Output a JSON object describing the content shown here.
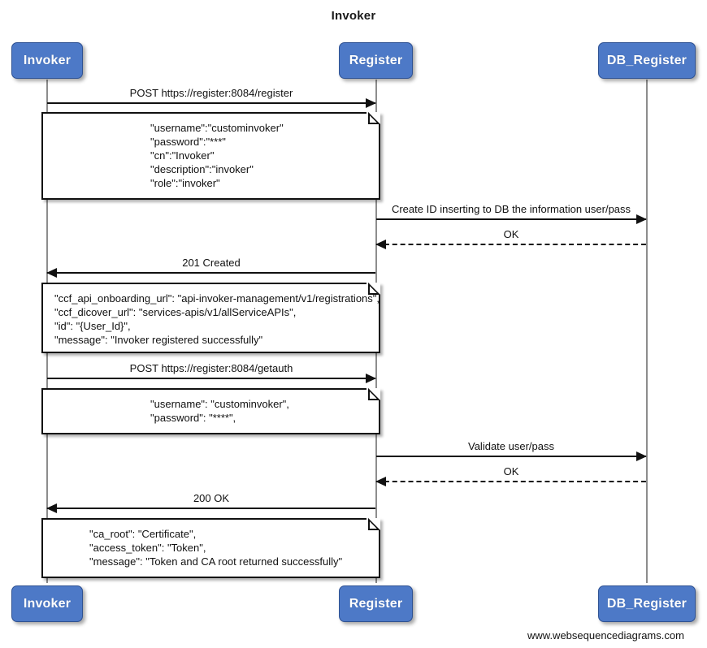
{
  "title": "Invoker",
  "footer": "www.websequencediagrams.com",
  "colors": {
    "actor_fill": "#4d79c7",
    "actor_border": "#2f5293",
    "actor_text": "#ffffff",
    "lifeline": "#8d8d8d",
    "arrow": "#111111",
    "note_bg": "#ffffff",
    "note_border": "#111111",
    "background": "#ffffff"
  },
  "actors": [
    {
      "name": "Invoker",
      "label": "Invoker"
    },
    {
      "name": "Register",
      "label": "Register"
    },
    {
      "name": "DB_Register",
      "label": "DB_Register"
    }
  ],
  "messages": [
    {
      "id": "m1",
      "label": "POST https://register:8084/register",
      "from": "Invoker",
      "to": "Register",
      "style": "solid",
      "direction": "right"
    },
    {
      "id": "m2",
      "label": "Create ID inserting to DB the information user/pass",
      "from": "Register",
      "to": "DB_Register",
      "style": "solid",
      "direction": "right"
    },
    {
      "id": "m3",
      "label": "OK",
      "from": "DB_Register",
      "to": "Register",
      "style": "dashed",
      "direction": "left"
    },
    {
      "id": "m4",
      "label": "201 Created",
      "from": "Register",
      "to": "Invoker",
      "style": "solid",
      "direction": "left"
    },
    {
      "id": "m5",
      "label": "POST https://register:8084/getauth",
      "from": "Invoker",
      "to": "Register",
      "style": "solid",
      "direction": "right"
    },
    {
      "id": "m6",
      "label": "Validate user/pass",
      "from": "Register",
      "to": "DB_Register",
      "style": "solid",
      "direction": "right"
    },
    {
      "id": "m7",
      "label": "OK",
      "from": "DB_Register",
      "to": "Register",
      "style": "dashed",
      "direction": "left"
    },
    {
      "id": "m8",
      "label": "200 OK",
      "from": "Register",
      "to": "Invoker",
      "style": "solid",
      "direction": "left"
    }
  ],
  "notes": [
    {
      "id": "n1",
      "align": "center",
      "lines": [
        "\"username\":\"custominvoker\"",
        "\"password\":\"***\"",
        "\"cn\":\"Invoker\"",
        "\"description\":\"invoker\"",
        "\"role\":\"invoker\""
      ]
    },
    {
      "id": "n2",
      "align": "left",
      "lines": [
        "\"ccf_api_onboarding_url\": \"api-invoker-management/v1/registrations\",",
        "\"ccf_dicover_url\": \"services-apis/v1/allServiceAPIs\",",
        "\"id\": \"{User_Id}\",",
        "\"message\": \"Invoker registered successfully\""
      ]
    },
    {
      "id": "n3",
      "align": "center",
      "lines": [
        "\"username\": \"custominvoker\",",
        "\"password\": \"****\","
      ]
    },
    {
      "id": "n4",
      "align": "center",
      "lines": [
        "\"ca_root\": \"Certificate\",",
        "\"access_token\": \"Token\",",
        "\"message\": \"Token and CA root returned successfully\""
      ]
    }
  ]
}
